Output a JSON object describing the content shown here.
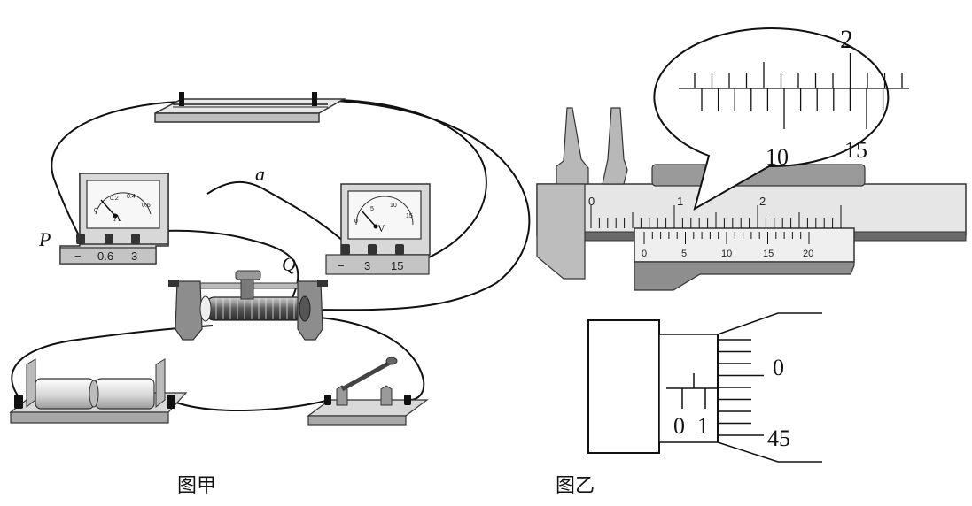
{
  "captions": {
    "left": "图甲",
    "right": "图乙"
  },
  "circuit": {
    "point_p": "P",
    "point_q": "Q",
    "wire_a": "a",
    "ammeter": {
      "symbol": "A",
      "terminals": [
        "−",
        "0.6",
        "3"
      ],
      "scale": [
        "0",
        "0.2",
        "0.4",
        "0.6"
      ]
    },
    "voltmeter": {
      "symbol": "V",
      "terminals": [
        "−",
        "3",
        "15"
      ],
      "scale": [
        "0",
        "5",
        "10",
        "15"
      ]
    }
  },
  "caliper": {
    "main_scale": [
      "0",
      "1",
      "2"
    ],
    "vernier_scale": [
      "0",
      "5",
      "10",
      "15",
      "20"
    ],
    "zoom_top": "2",
    "zoom_bottom": [
      "10",
      "15"
    ]
  },
  "micrometer": {
    "sleeve": [
      "0",
      "1"
    ],
    "thimble": [
      "0",
      "45"
    ]
  }
}
